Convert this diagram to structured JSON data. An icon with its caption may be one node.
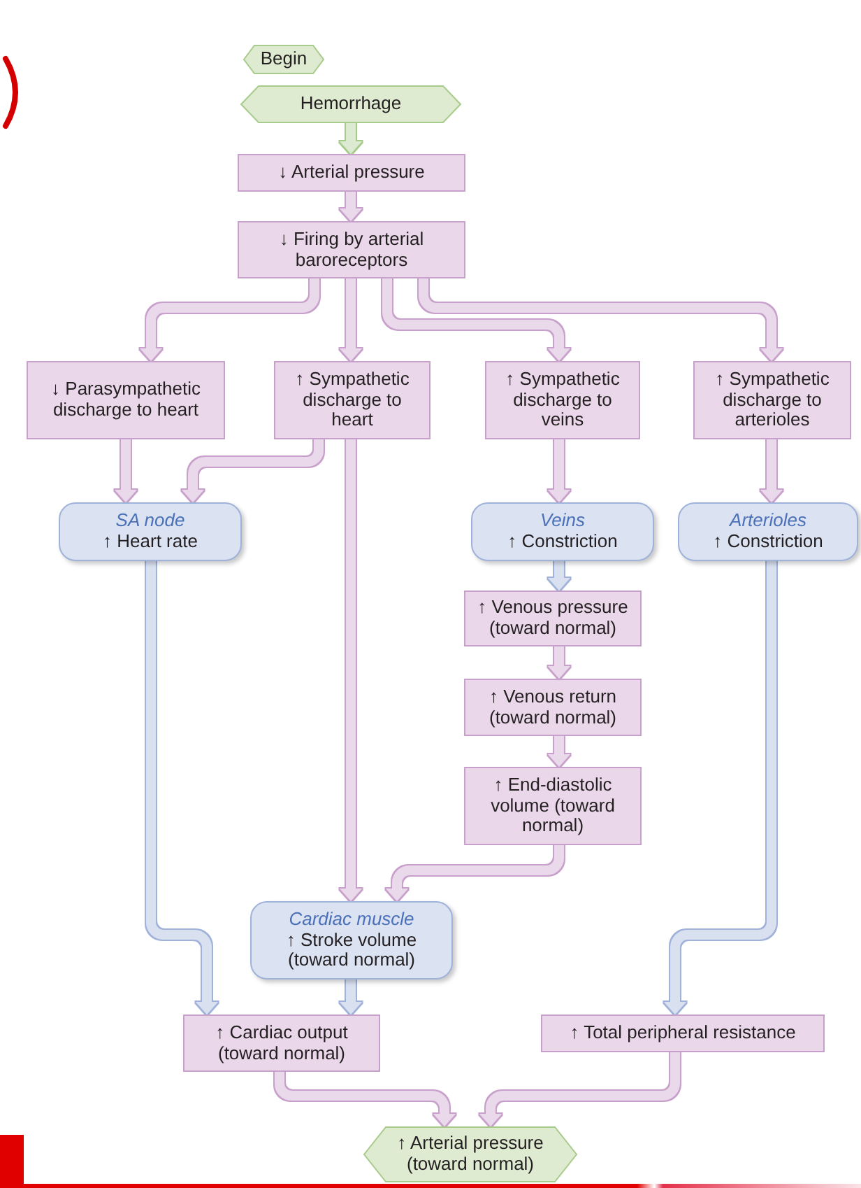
{
  "diagram": {
    "nodes": [
      {
        "text": [
          "Begin"
        ]
      },
      {
        "text": [
          "Hemorrhage"
        ]
      },
      {
        "text": [
          "↓ Arterial pressure"
        ]
      },
      {
        "text": [
          "↓ Firing by arterial baroreceptors"
        ]
      },
      {
        "text": [
          "↓ Parasympathetic discharge to heart"
        ]
      },
      {
        "text": [
          "↑ Sympathetic discharge to heart"
        ]
      },
      {
        "text": [
          "↑ Sympathetic discharge to veins"
        ]
      },
      {
        "text": [
          "↑ Sympathetic discharge to arterioles"
        ]
      },
      {
        "text": [
          "SA node",
          "↑ Heart rate"
        ]
      },
      {
        "text": [
          "Veins",
          "↑ Constriction"
        ]
      },
      {
        "text": [
          "Arterioles",
          "↑ Constriction"
        ]
      },
      {
        "text": [
          "↑ Venous pressure (toward normal)"
        ]
      },
      {
        "text": [
          "↑ Venous return (toward normal)"
        ]
      },
      {
        "text": [
          "↑ End-diastolic volume (toward normal)"
        ]
      },
      {
        "text": [
          "Cardiac muscle",
          "↑ Stroke volume (toward normal)"
        ]
      },
      {
        "text": [
          "↑ Cardiac output (toward normal)"
        ]
      },
      {
        "text": [
          "↑ Total peripheral resistance"
        ]
      },
      {
        "text": [
          "↑ Arterial pressure (toward normal)"
        ]
      }
    ],
    "edges": [
      {
        "from": 1,
        "to": 2,
        "arrow": "to",
        "color": "#dbead0"
      },
      {
        "from": 2,
        "to": 3,
        "arrow": "to"
      },
      {
        "from": 3,
        "to": 4,
        "arrow": "to"
      },
      {
        "from": 3,
        "to": 5,
        "arrow": "to"
      },
      {
        "from": 3,
        "to": 6,
        "arrow": "to"
      },
      {
        "from": 3,
        "to": 7,
        "arrow": "to"
      },
      {
        "from": 4,
        "to": 8,
        "arrow": "to"
      },
      {
        "from": 5,
        "to": 8,
        "arrow": "to"
      },
      {
        "from": 5,
        "to": 14,
        "arrow": "to"
      },
      {
        "from": 6,
        "to": 9,
        "arrow": "to"
      },
      {
        "from": 7,
        "to": 10,
        "arrow": "to"
      },
      {
        "from": 9,
        "to": 11,
        "arrow": "to",
        "color": "#d9e0f0"
      },
      {
        "from": 11,
        "to": 12,
        "arrow": "to"
      },
      {
        "from": 12,
        "to": 13,
        "arrow": "to"
      },
      {
        "from": 13,
        "to": 14,
        "arrow": "to"
      },
      {
        "from": 8,
        "to": 15,
        "arrow": "to",
        "color": "#d9e0f0"
      },
      {
        "from": 14,
        "to": 15,
        "arrow": "to",
        "color": "#d9e0f0"
      },
      {
        "from": 10,
        "to": 16,
        "arrow": "to",
        "color": "#d9e0f0"
      },
      {
        "from": 15,
        "to": 17,
        "arrow": "to"
      },
      {
        "from": 16,
        "to": 17,
        "arrow": "to"
      }
    ]
  }
}
